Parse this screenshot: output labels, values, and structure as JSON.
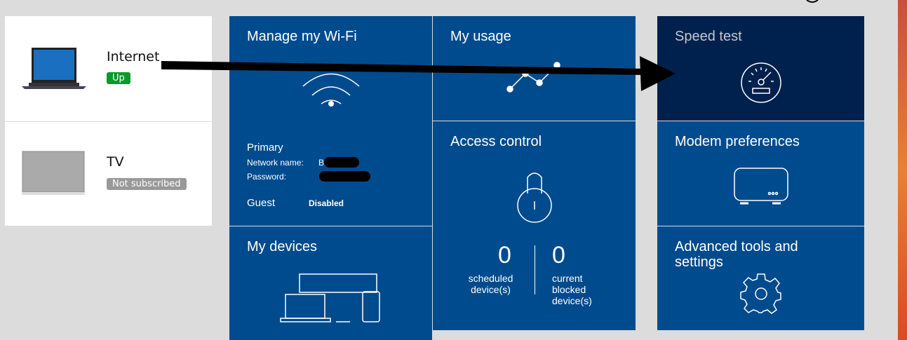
{
  "services": [
    {
      "name": "Internet",
      "status": "Up",
      "status_color": "#0a9a2a"
    },
    {
      "name": "TV",
      "status": "Not subscribed",
      "status_color": "#999999"
    }
  ],
  "tiles": {
    "wifi": {
      "title": "Manage my Wi-Fi",
      "primary_label": "Primary",
      "network_name_label": "Network name:",
      "network_name_value": "B.",
      "password_label": "Password:",
      "guest_label": "Guest",
      "guest_value": "Disabled"
    },
    "usage": {
      "title": "My usage"
    },
    "access": {
      "title": "Access control",
      "scheduled_count": "0",
      "scheduled_label": "scheduled device(s)",
      "blocked_count": "0",
      "blocked_label": "current blocked device(s)"
    },
    "devices": {
      "title": "My devices"
    },
    "speed": {
      "title": "Speed test"
    },
    "modem": {
      "title": "Modem preferences"
    },
    "advanced": {
      "title": "Advanced tools and settings"
    }
  },
  "colors": {
    "tile": "#004b8d",
    "tile_active": "#00204e"
  }
}
